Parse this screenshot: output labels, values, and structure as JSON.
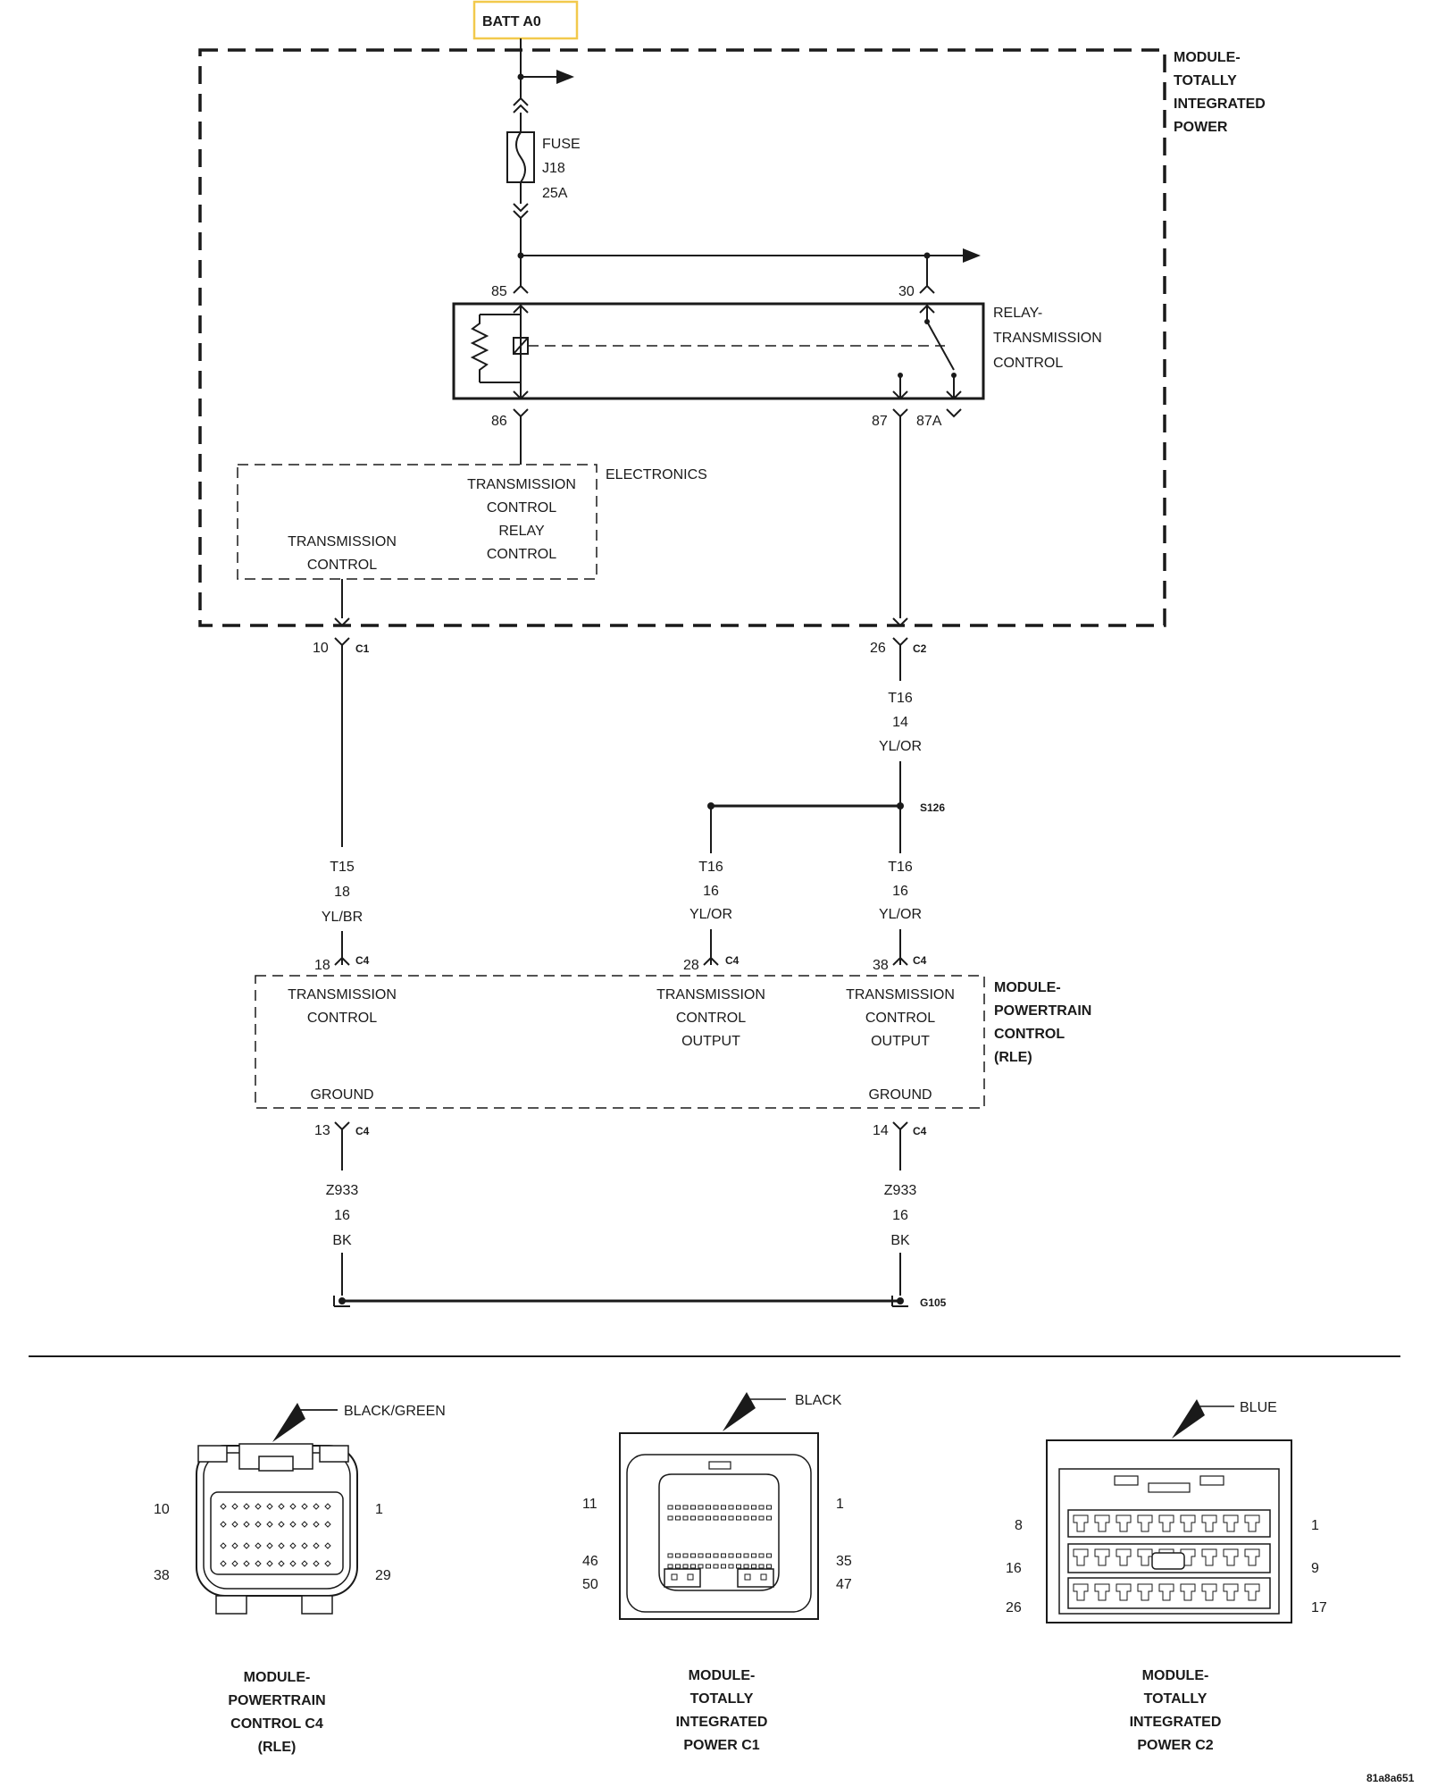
{
  "battery": {
    "label": "BATT A0",
    "highlight_color": "#f2c94c"
  },
  "tipm": {
    "module_label": [
      "MODULE-",
      "TOTALLY",
      "INTEGRATED",
      "POWER"
    ],
    "fuse": [
      "FUSE",
      "J18",
      "25A"
    ],
    "relay_label": [
      "RELAY-",
      "TRANSMISSION",
      "CONTROL"
    ],
    "relay_pins": {
      "p85": "85",
      "p30": "30",
      "p86": "86",
      "p87": "87",
      "p87a": "87A"
    },
    "electronics_label": "ELECTRONICS",
    "tc_relay_control": [
      "TRANSMISSION",
      "CONTROL",
      "RELAY",
      "CONTROL"
    ],
    "tc_label": [
      "TRANSMISSION",
      "CONTROL"
    ]
  },
  "tipm_connectors": {
    "left": {
      "pin": "10",
      "conn": "C1"
    },
    "right": {
      "pin": "26",
      "conn": "C2"
    }
  },
  "wires": {
    "top_right": [
      "T16",
      "14",
      "YL/OR"
    ],
    "left": [
      "T15",
      "18",
      "YL/BR"
    ],
    "middle": [
      "T16",
      "16",
      "YL/OR"
    ],
    "right": [
      "T16",
      "16",
      "YL/OR"
    ],
    "ground_left": [
      "Z933",
      "16",
      "BK"
    ],
    "ground_right": [
      "Z933",
      "16",
      "BK"
    ]
  },
  "splice": "S126",
  "ground": "G105",
  "pcm": {
    "module_label": [
      "MODULE-",
      "POWERTRAIN",
      "CONTROL",
      "(RLE)"
    ],
    "pins_top": [
      {
        "pin": "18",
        "conn": "C4"
      },
      {
        "pin": "28",
        "conn": "C4"
      },
      {
        "pin": "38",
        "conn": "C4"
      }
    ],
    "pins_bottom": [
      {
        "pin": "13",
        "conn": "C4"
      },
      {
        "pin": "14",
        "conn": "C4"
      }
    ],
    "tc_left": [
      "TRANSMISSION",
      "CONTROL"
    ],
    "tc_out_mid": [
      "TRANSMISSION",
      "CONTROL",
      "OUTPUT"
    ],
    "tc_out_right": [
      "TRANSMISSION",
      "CONTROL",
      "OUTPUT"
    ],
    "ground_left": "GROUND",
    "ground_right": "GROUND"
  },
  "connector_views": [
    {
      "color": "BLACK/GREEN",
      "pins": {
        "tl": "10",
        "tr": "1",
        "bl": "38",
        "br": "29"
      },
      "title": [
        "MODULE-",
        "POWERTRAIN",
        "CONTROL C4",
        "(RLE)"
      ]
    },
    {
      "color": "BLACK",
      "pins": {
        "tl": "11",
        "tr": "1",
        "ml": "46",
        "mr": "35",
        "bl": "50",
        "br": "47"
      },
      "title": [
        "MODULE-",
        "TOTALLY",
        "INTEGRATED",
        "POWER C1"
      ]
    },
    {
      "color": "BLUE",
      "pins": {
        "tl": "8",
        "tr": "1",
        "ml": "16",
        "mr": "9",
        "bl": "26",
        "br": "17"
      },
      "title": [
        "MODULE-",
        "TOTALLY",
        "INTEGRATED",
        "POWER C2"
      ]
    }
  ],
  "diagram_id": "81a8a651"
}
